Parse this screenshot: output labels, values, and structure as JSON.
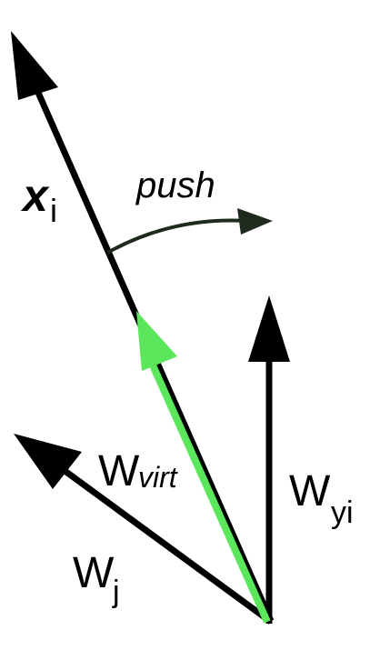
{
  "diagram": {
    "labels": {
      "xi_main": "x",
      "xi_sub": "i",
      "push": "push",
      "wvirt_main": "W",
      "wvirt_sub": "virt",
      "wyi_main": "W",
      "wyi_sub": "yi",
      "wj_main": "W",
      "wj_sub": "j"
    },
    "colors": {
      "axis": "#000000",
      "virtual": "#5ce65c",
      "push_arc": "#1e2a1e"
    },
    "icons": {
      "xi_arrow": "arrow-head",
      "wyi_arrow": "arrow-head",
      "wj_arrow": "arrow-head",
      "wvirt_arrow": "arrow-head",
      "push_arrow": "arrow-head"
    }
  }
}
